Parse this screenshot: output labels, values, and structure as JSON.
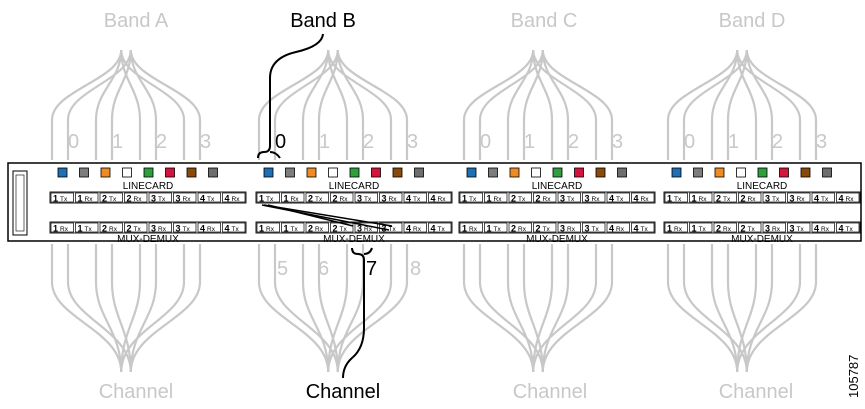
{
  "bands": [
    {
      "label": "Band A",
      "highlight": false
    },
    {
      "label": "Band B",
      "highlight": true
    },
    {
      "label": "Band C",
      "highlight": false
    },
    {
      "label": "Band D",
      "highlight": false
    }
  ],
  "top_numbers": [
    "0",
    "1",
    "2",
    "3"
  ],
  "bottom_numbers": [
    "5",
    "6",
    "7",
    "8"
  ],
  "linecard_label": "LINECARD",
  "mux_label": "MUX-DEMUX",
  "channel_label": "Channel",
  "figure_id": "105787",
  "linecard_ports": [
    {
      "num": "1",
      "dir": "Tx"
    },
    {
      "num": "1",
      "dir": "Rx"
    },
    {
      "num": "2",
      "dir": "Tx"
    },
    {
      "num": "2",
      "dir": "Rx"
    },
    {
      "num": "3",
      "dir": "Tx"
    },
    {
      "num": "3",
      "dir": "Rx"
    },
    {
      "num": "4",
      "dir": "Tx"
    },
    {
      "num": "4",
      "dir": "Rx"
    }
  ],
  "mux_ports": [
    {
      "num": "1",
      "dir": "Rx"
    },
    {
      "num": "1",
      "dir": "Tx"
    },
    {
      "num": "2",
      "dir": "Rx"
    },
    {
      "num": "2",
      "dir": "Tx"
    },
    {
      "num": "3",
      "dir": "Rx"
    },
    {
      "num": "3",
      "dir": "Tx"
    },
    {
      "num": "4",
      "dir": "Rx"
    },
    {
      "num": "4",
      "dir": "Tx"
    }
  ],
  "led_colors": [
    "#1f6fb4",
    "#7d7d7d",
    "#f08a24",
    "#ffffff",
    "#2e9e3e",
    "#d4143c",
    "#8a4a0a",
    "#6e6e6e"
  ],
  "colors": {
    "gray": "#c8c8c8",
    "ink": "#000000"
  }
}
